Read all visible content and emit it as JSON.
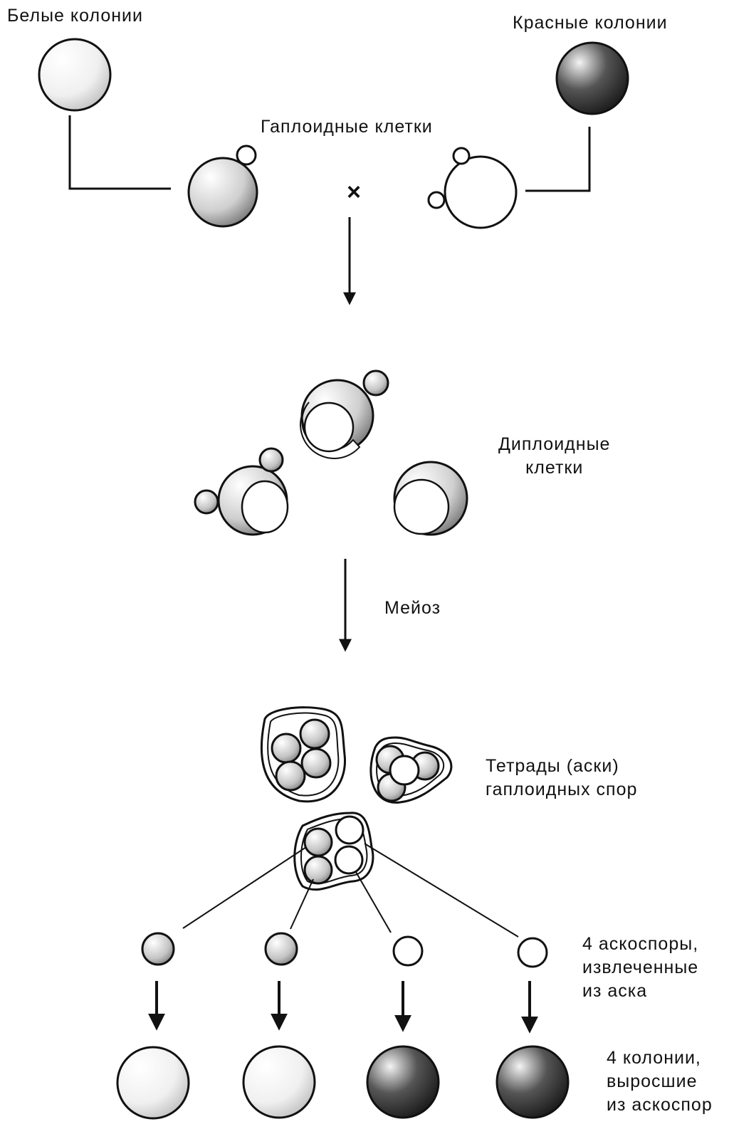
{
  "labels": {
    "white_colonies": "Белые колонии",
    "red_colonies": "Красные колонии",
    "haploid_cells": "Гаплоидные клетки",
    "cross_symbol": "×",
    "diploid_cells": [
      "Диплоидные",
      "клетки"
    ],
    "meiosis": "Мейоз",
    "tetrads": [
      "Тетрады (аски)",
      "гаплоидных спор"
    ],
    "ascospores": [
      "4 аскоспоры,",
      "извлеченные",
      "из аска"
    ],
    "colonies": [
      "4 колонии,",
      "выросшие",
      "из аскоспор"
    ]
  },
  "colors": {
    "ink": "#111111",
    "background": "#ffffff",
    "white_colony_fill": "#f2f2f2",
    "red_colony_shade": "#1a1a1a"
  },
  "ascospore_shading": [
    "shaded",
    "shaded",
    "white",
    "white"
  ],
  "resulting_colonies": [
    "white",
    "white",
    "red",
    "red"
  ]
}
